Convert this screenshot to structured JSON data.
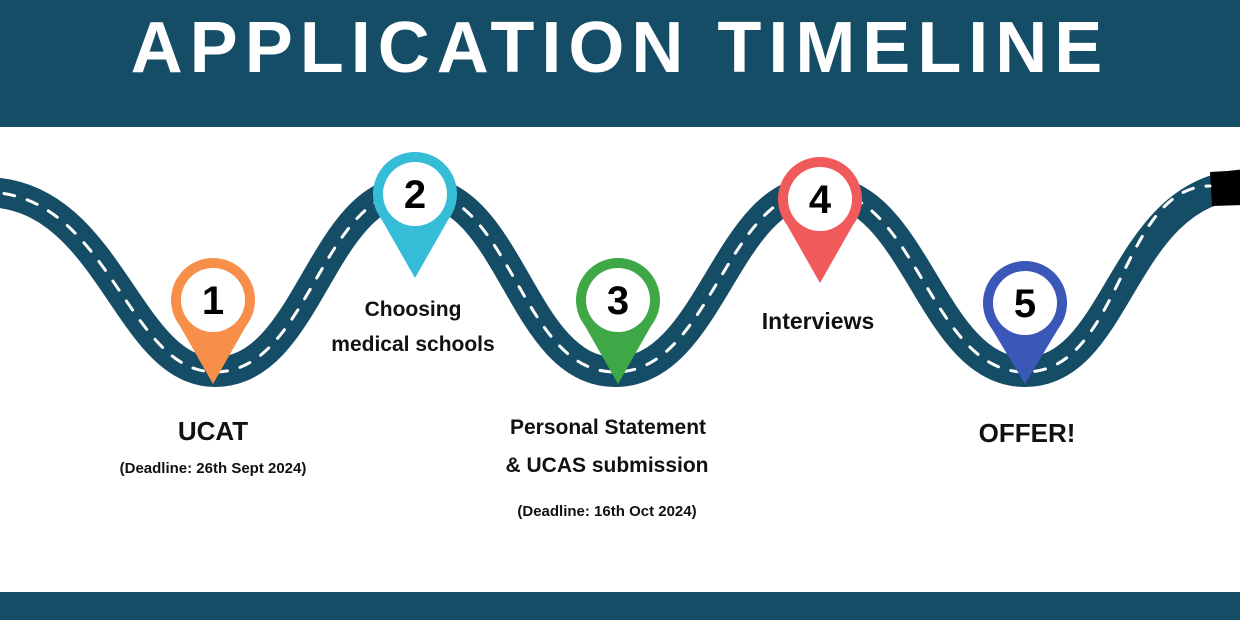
{
  "title": "APPLICATION TIMELINE",
  "colors": {
    "band": "#164d66",
    "road": "#164d66",
    "pin1": "#f78f4a",
    "pin2": "#35bcd6",
    "pin3": "#3fa846",
    "pin4": "#f05a5a",
    "pin5": "#3b58b8"
  },
  "steps": [
    {
      "number": "1",
      "label": "UCAT",
      "note": "(Deadline: 26th Sept 2024)"
    },
    {
      "number": "2",
      "label_line1": "Choosing",
      "label_line2": "medical schools"
    },
    {
      "number": "3",
      "label_line1": "Personal Statement",
      "label_line2": "& UCAS submission",
      "note": "(Deadline: 16th Oct 2024)"
    },
    {
      "number": "4",
      "label": "Interviews"
    },
    {
      "number": "5",
      "label": "OFFER!"
    }
  ]
}
